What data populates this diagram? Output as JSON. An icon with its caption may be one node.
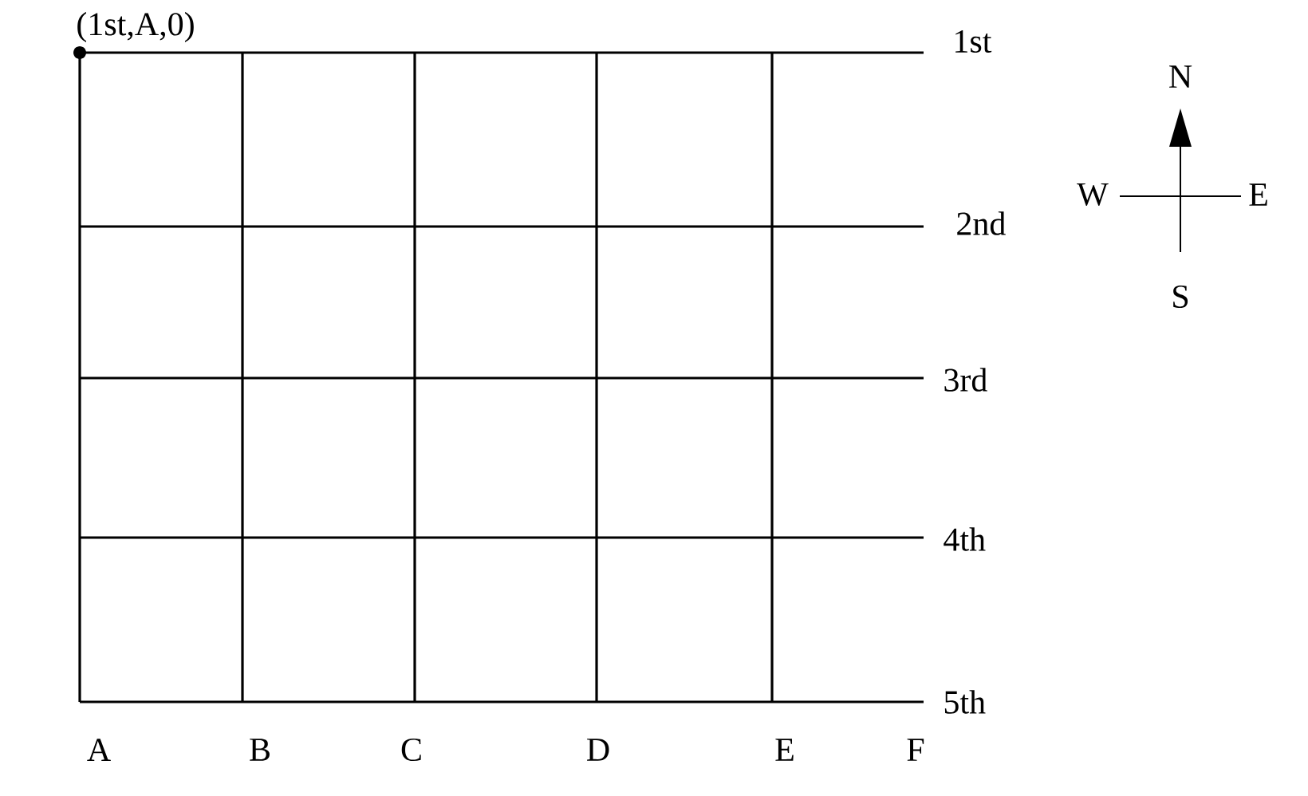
{
  "diagram": {
    "labels": [
      "(1st,A,0)",
      "1st",
      "2nd",
      "3rd",
      "4th",
      "5th",
      "A",
      "B",
      "C",
      "D",
      "E",
      "F",
      "N",
      "W",
      "E",
      "S"
    ]
  }
}
